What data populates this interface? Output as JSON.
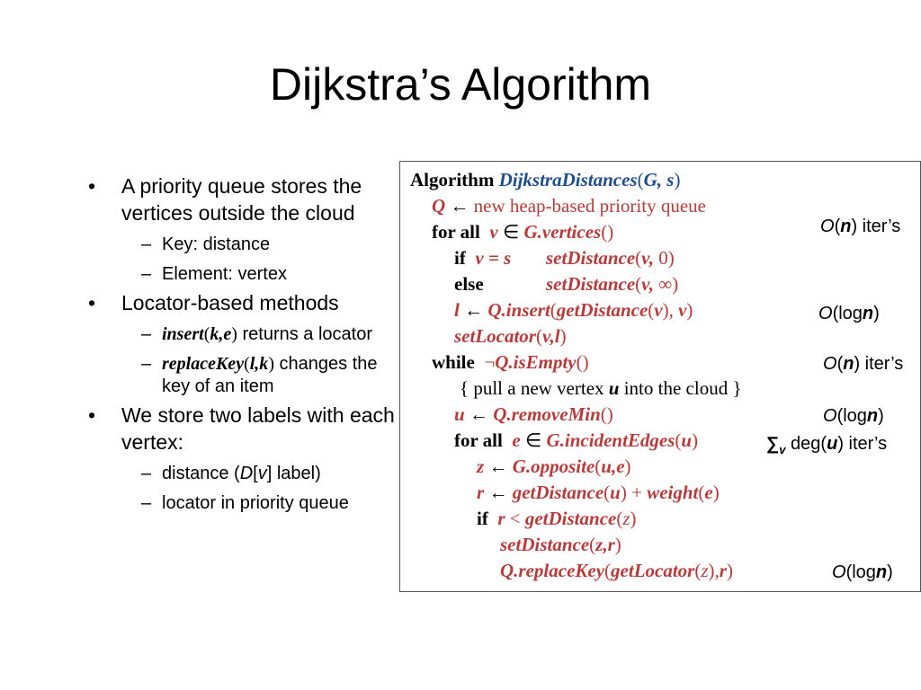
{
  "title": "Dijkstra’s Algorithm",
  "bullets": [
    {
      "text": "A priority queue stores the vertices outside the cloud"
    },
    {
      "sub1": "Key: distance",
      "sub2": "Element: vertex"
    },
    {
      "text": "Locator-based methods"
    },
    {
      "sub1_code": "insert",
      "sub1_args": "k,e",
      "sub1_rest": " returns a locator",
      "sub2_code": "replaceKey",
      "sub2_args": "l,k",
      "sub2_rest": " changes the key of an item"
    },
    {
      "text": "We store two labels with each vertex:"
    },
    {
      "sub1_pre": "distance (",
      "sub1_var": "D",
      "sub1_mid": "[",
      "sub1_var2": "v",
      "sub1_post": "] label)",
      "sub2": "locator in priority queue"
    }
  ],
  "algorithm": {
    "keyword": "Algorithm",
    "name": "DijkstraDistances",
    "params": "G, s",
    "lines": {
      "l1_var": "Q",
      "l1_arrow": "←",
      "l1_rest": "new heap-based priority queue",
      "l2_kw": "for all",
      "l2_var": "v",
      "l2_in": "∈",
      "l2_call": "G.vertices",
      "l2_paren": "()",
      "l3_kw": "if",
      "l3_cond": "v = s",
      "l3_call": "setDistance",
      "l3_args_var": "v,",
      "l3_args_val": "0",
      "l4_kw": "else",
      "l4_call": "setDistance",
      "l4_args_var": "v,",
      "l4_args_val": "∞",
      "l5_var": "l",
      "l5_arrow": "←",
      "l5_call": "Q.insert",
      "l5_inner": "getDistance",
      "l5_v": "v",
      "l5_v2": "v",
      "l6_call": "setLocator",
      "l6_args": "v,l",
      "l7_kw": "while",
      "l7_not": "¬",
      "l7_call": "Q.isEmpty",
      "l7_paren": "()",
      "l8_text_a": "{ pull a new vertex ",
      "l8_var": "u",
      "l8_text_b": " into the cloud }",
      "l9_var": "u",
      "l9_arrow": "←",
      "l9_call": "Q.removeMin",
      "l9_paren": "()",
      "l10_kw": "for all",
      "l10_var": "e",
      "l10_in": "∈",
      "l10_call": "G.incidentEdges",
      "l10_arg": "u",
      "l11_var": "z",
      "l11_arrow": "←",
      "l11_call": "G.opposite",
      "l11_args": "u,e",
      "l12_var": "r",
      "l12_arrow": "←",
      "l12_call": "getDistance",
      "l12_arg": "u",
      "l12_plus": "+",
      "l12_call2": "weight",
      "l12_arg2": "e",
      "l13_kw": "if",
      "l13_var": "r",
      "l13_lt": "<",
      "l13_call": "getDistance",
      "l13_arg": "z",
      "l14_call": "setDistance",
      "l14_args": "z,r",
      "l15_call": "Q.replaceKey",
      "l15_inner": "getLocator",
      "l15_z": "z",
      "l15_r": "r"
    }
  },
  "complexity": {
    "c1": {
      "o": "O",
      "arg": "n",
      "suffix": " iter’s"
    },
    "c2": {
      "o": "O",
      "pre": "(log",
      "arg": "n",
      "post": ")"
    },
    "c3": {
      "o": "O",
      "arg": "n",
      "suffix": " iter’s"
    },
    "c4": {
      "o": "O",
      "pre": "(log",
      "arg": "n",
      "post": ")"
    },
    "c5": {
      "sum": "∑",
      "sub": "v",
      "pre": " deg(",
      "arg": "u",
      "post": ") iter’s"
    },
    "c6": {
      "o": "O",
      "pre": "(log",
      "arg": "n",
      "post": ")"
    }
  }
}
